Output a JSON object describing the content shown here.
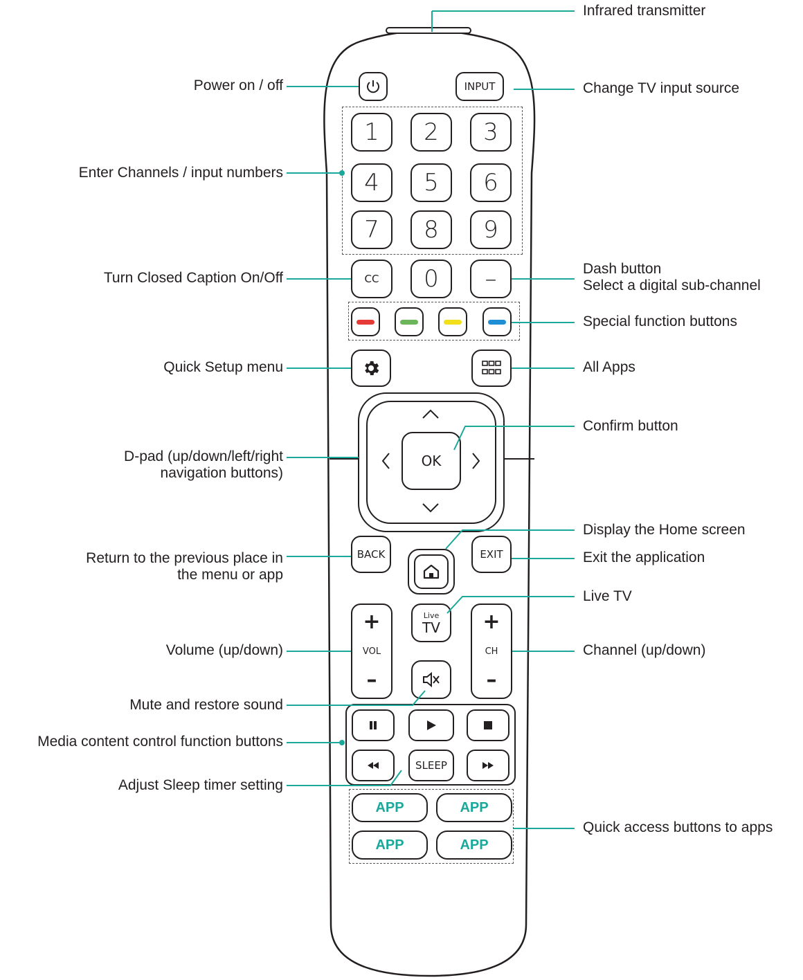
{
  "labels_left": {
    "power": "Power on / off",
    "numbers": "Enter Channels / input numbers",
    "cc": "Turn Closed Caption On/Off",
    "quick_setup": "Quick Setup menu",
    "dpad_line1": "D-pad (up/down/left/right",
    "dpad_line2": "navigation buttons)",
    "back_line1": "Return to the previous place in",
    "back_line2": "the menu or app",
    "volume": "Volume (up/down)",
    "mute": "Mute and restore sound",
    "media": "Media content control function buttons",
    "sleep": "Adjust Sleep timer setting"
  },
  "labels_right": {
    "ir": "Infrared transmitter",
    "input": "Change TV input source",
    "dash_line1": "Dash button",
    "dash_line2": "Select a digital sub-channel",
    "special": "Special function buttons",
    "all_apps": "All Apps",
    "confirm": "Confirm button",
    "home": "Display the Home screen",
    "exit": "Exit the application",
    "live": "Live TV",
    "channel": "Channel (up/down)",
    "quick_apps": "Quick access buttons to apps"
  },
  "buttons": {
    "input": "INPUT",
    "digits": [
      "1",
      "2",
      "3",
      "4",
      "5",
      "6",
      "7",
      "8",
      "9"
    ],
    "cc": "CC",
    "zero": "0",
    "dash": "–",
    "ok": "OK",
    "back": "BACK",
    "exit": "EXIT",
    "live_top": "Live",
    "live_bottom": "TV",
    "vol": "VOL",
    "ch": "CH",
    "plus": "+",
    "minus": "–",
    "sleep": "SLEEP",
    "app": "APP"
  },
  "colors": {
    "accent": "#1aa89a",
    "red": "#e53a35",
    "green": "#6cb55a",
    "yellow": "#f2e01c",
    "blue": "#1e8fd4"
  }
}
